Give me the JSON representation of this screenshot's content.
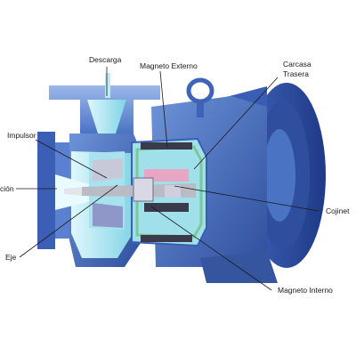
{
  "labels": {
    "descarga": "Descarga",
    "magneto_externo": "Magneto Externo",
    "carcasa_line1": "Carcasa",
    "carcasa_line2": "Trasera",
    "impulsor": "Impulsor",
    "succion": "ción",
    "cojinete": "Cojinet",
    "eje": "Eje",
    "magneto_interno": "Magneto Interno"
  },
  "colors": {
    "housing_dark": "#2f4f9e",
    "housing_mid": "#4a73c4",
    "housing_light": "#7fa2dd",
    "fluid_cyan": "#7fd3e6",
    "fluid_light": "#b9ecf6",
    "liner_green": "#7fc79a",
    "inner_magnet_pink": "#e7a6c3",
    "shaft_gray": "#b9bcc4",
    "magnet_dark": "#3a3a4a",
    "leader_line": "#1a1a1a"
  }
}
